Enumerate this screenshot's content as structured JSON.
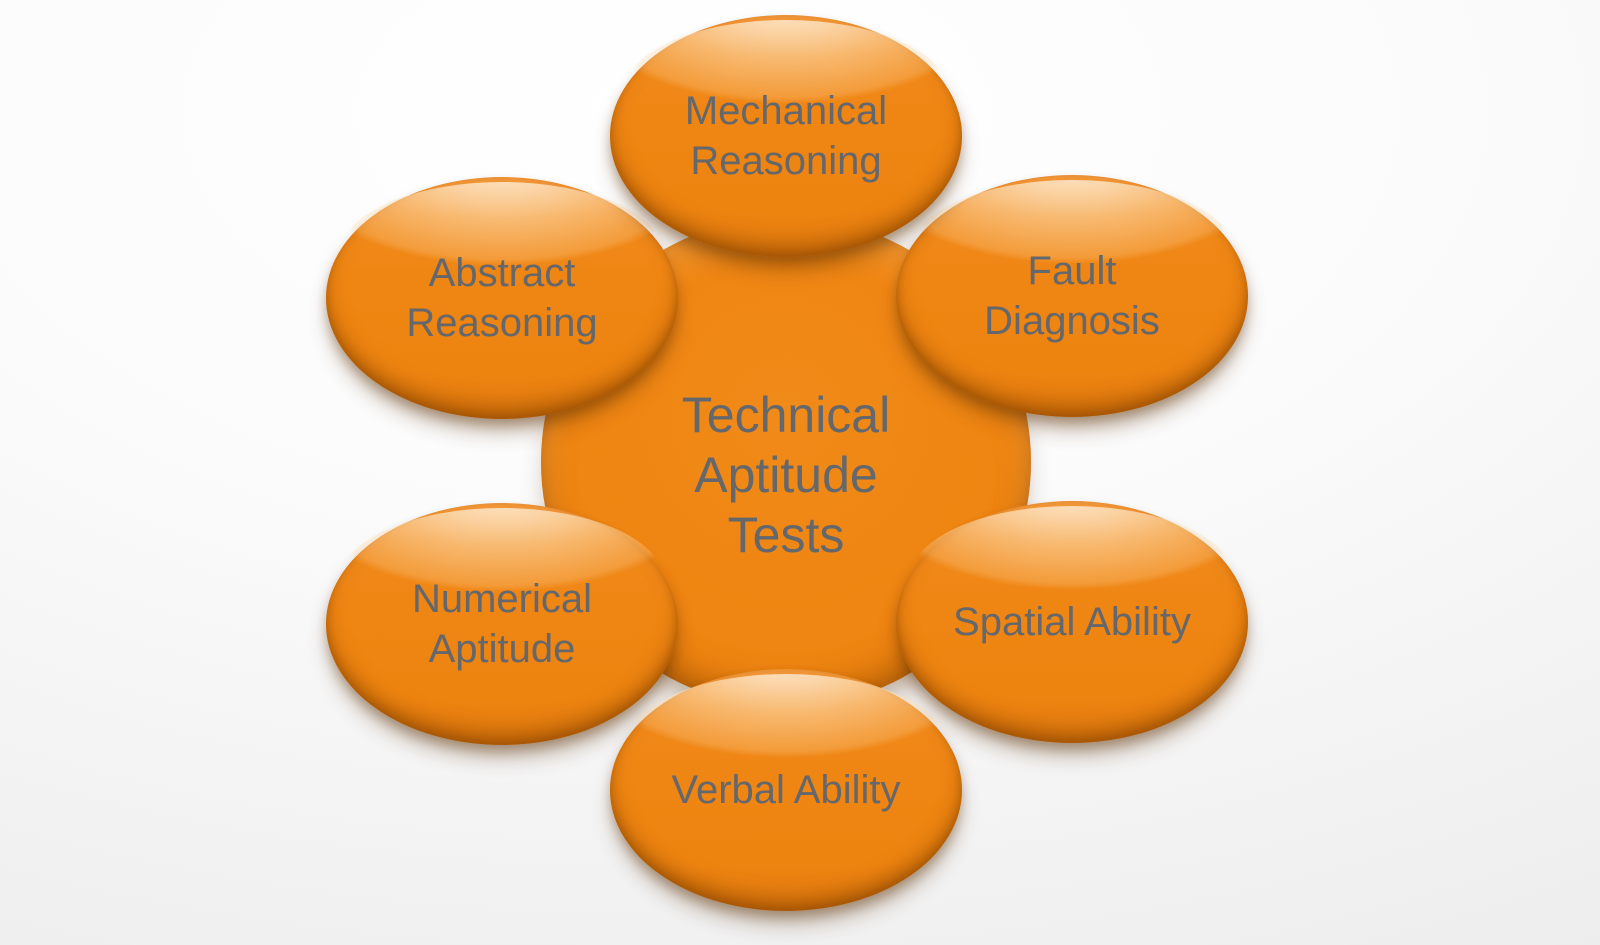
{
  "diagram": {
    "type": "radial-diagram",
    "center_label": "Technical Aptitude Tests",
    "nodes": [
      {
        "id": "mechanical-reasoning",
        "label": "Mechanical Reasoning",
        "position": "top"
      },
      {
        "id": "abstract-reasoning",
        "label": "Abstract Reasoning",
        "position": "top-left"
      },
      {
        "id": "fault-diagnosis",
        "label": "Fault Diagnosis",
        "position": "top-right"
      },
      {
        "id": "numerical-aptitude",
        "label": "Numerical Aptitude",
        "position": "bottom-left"
      },
      {
        "id": "spatial-ability",
        "label": "Spatial Ability",
        "position": "bottom-right"
      },
      {
        "id": "verbal-ability",
        "label": "Verbal Ability",
        "position": "bottom"
      }
    ],
    "colors": {
      "node_fill": "#EF8512",
      "node_highlight": "#FDEFD8",
      "node_rim": "#A2580A",
      "text": "#64676C",
      "background_start": "#FFFFFF",
      "background_end": "#E9E9E9"
    }
  }
}
